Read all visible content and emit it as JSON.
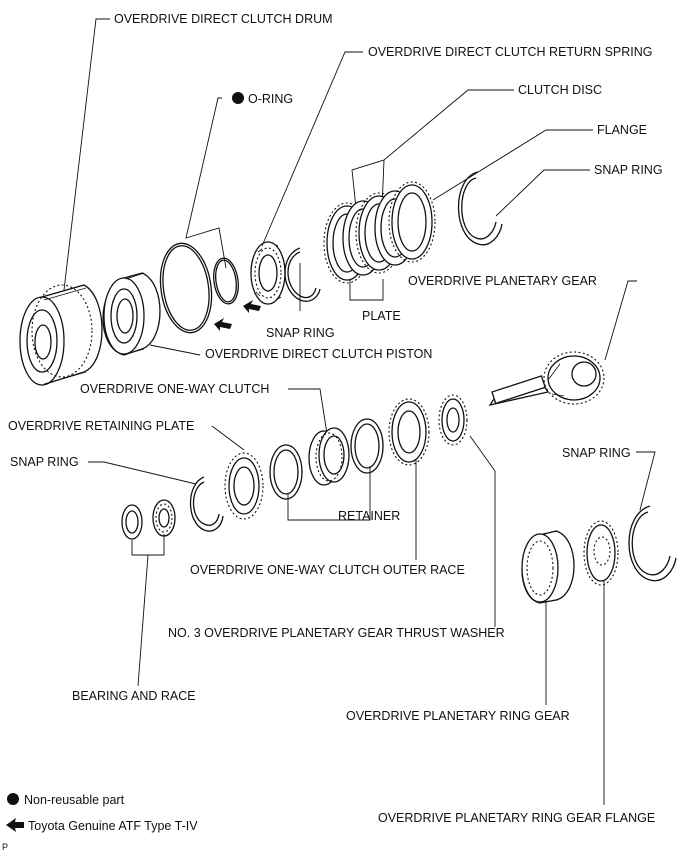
{
  "labels": {
    "drum": "OVERDRIVE DIRECT CLUTCH DRUM",
    "return_spring": "OVERDRIVE DIRECT CLUTCH RETURN SPRING",
    "o_ring": "O-RING",
    "clutch_disc": "CLUTCH DISC",
    "flange": "FLANGE",
    "snap_ring_top_right": "SNAP RING",
    "planetary_gear": "OVERDRIVE PLANETARY GEAR",
    "snap_ring_mid": "SNAP RING",
    "plate": "PLATE",
    "piston": "OVERDRIVE DIRECT CLUTCH PISTON",
    "one_way_clutch": "OVERDRIVE ONE-WAY CLUTCH",
    "retaining_plate": "OVERDRIVE RETAINING PLATE",
    "snap_ring_left": "SNAP RING",
    "snap_ring_right": "SNAP RING",
    "retainer": "RETAINER",
    "outer_race": "OVERDRIVE ONE-WAY CLUTCH OUTER RACE",
    "thrust_washer": "NO. 3 OVERDRIVE PLANETARY GEAR THRUST WASHER",
    "bearing_race": "BEARING AND RACE",
    "ring_gear": "OVERDRIVE PLANETARY RING GEAR",
    "ring_gear_flange": "OVERDRIVE PLANETARY RING GEAR FLANGE"
  },
  "legend": {
    "non_reusable": "Non-reusable part",
    "atf": "Toyota Genuine ATF Type T-IV"
  },
  "corner_mark": "P"
}
